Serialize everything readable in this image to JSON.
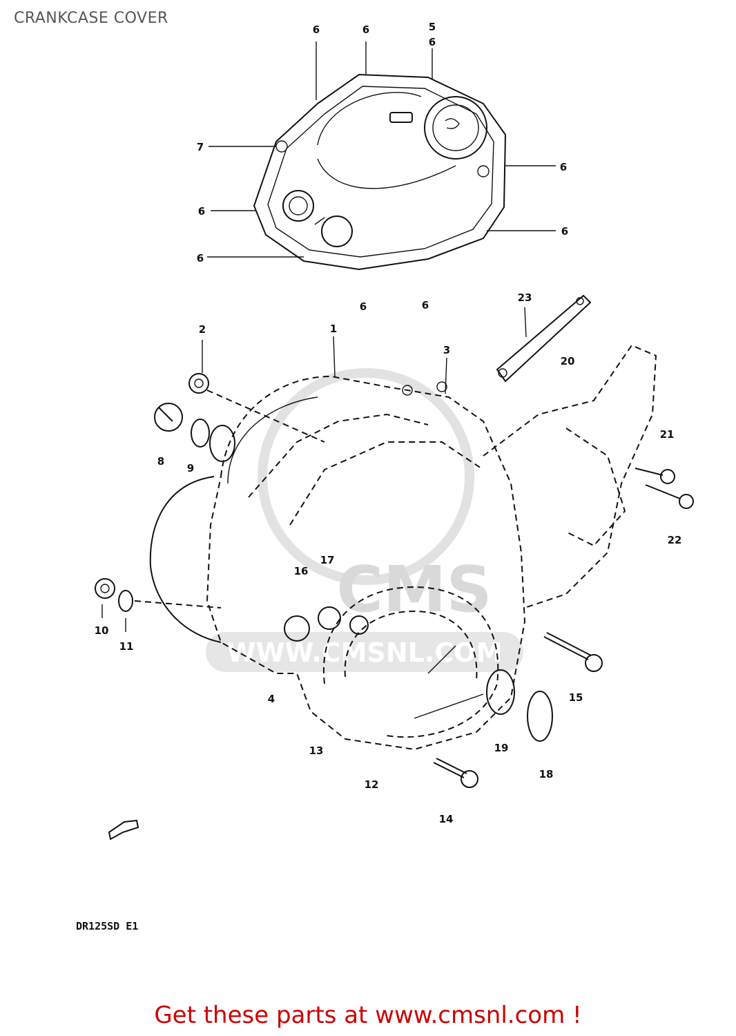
{
  "page": {
    "title": "CRANKCASE COVER"
  },
  "diagram": {
    "model_code": "DR125SD E1",
    "watermark": {
      "brand": "CMS",
      "site": "WWW.CMSNL.COM"
    },
    "callouts": [
      {
        "id": "c6a",
        "text": "6"
      },
      {
        "id": "c6b",
        "text": "6"
      },
      {
        "id": "c5",
        "text": "5"
      },
      {
        "id": "c6c",
        "text": "6"
      },
      {
        "id": "c7",
        "text": "7"
      },
      {
        "id": "c6d",
        "text": "6"
      },
      {
        "id": "c6e",
        "text": "6"
      },
      {
        "id": "c6f",
        "text": "6"
      },
      {
        "id": "c6g",
        "text": "6"
      },
      {
        "id": "c6h",
        "text": "6"
      },
      {
        "id": "c6i",
        "text": "6"
      },
      {
        "id": "c23",
        "text": "23"
      },
      {
        "id": "c20",
        "text": "20"
      },
      {
        "id": "c2",
        "text": "2"
      },
      {
        "id": "c1",
        "text": "1"
      },
      {
        "id": "c3",
        "text": "3"
      },
      {
        "id": "c21",
        "text": "21"
      },
      {
        "id": "c8",
        "text": "8"
      },
      {
        "id": "c9",
        "text": "9"
      },
      {
        "id": "c22",
        "text": "22"
      },
      {
        "id": "c17",
        "text": "17"
      },
      {
        "id": "c16",
        "text": "16"
      },
      {
        "id": "c10",
        "text": "10"
      },
      {
        "id": "c11",
        "text": "11"
      },
      {
        "id": "c4",
        "text": "4"
      },
      {
        "id": "c15",
        "text": "15"
      },
      {
        "id": "c13",
        "text": "13"
      },
      {
        "id": "c19",
        "text": "19"
      },
      {
        "id": "c18",
        "text": "18"
      },
      {
        "id": "c12",
        "text": "12"
      },
      {
        "id": "c14",
        "text": "14"
      }
    ]
  },
  "footer": {
    "text": "Get these parts at www.cmsnl.com !"
  }
}
